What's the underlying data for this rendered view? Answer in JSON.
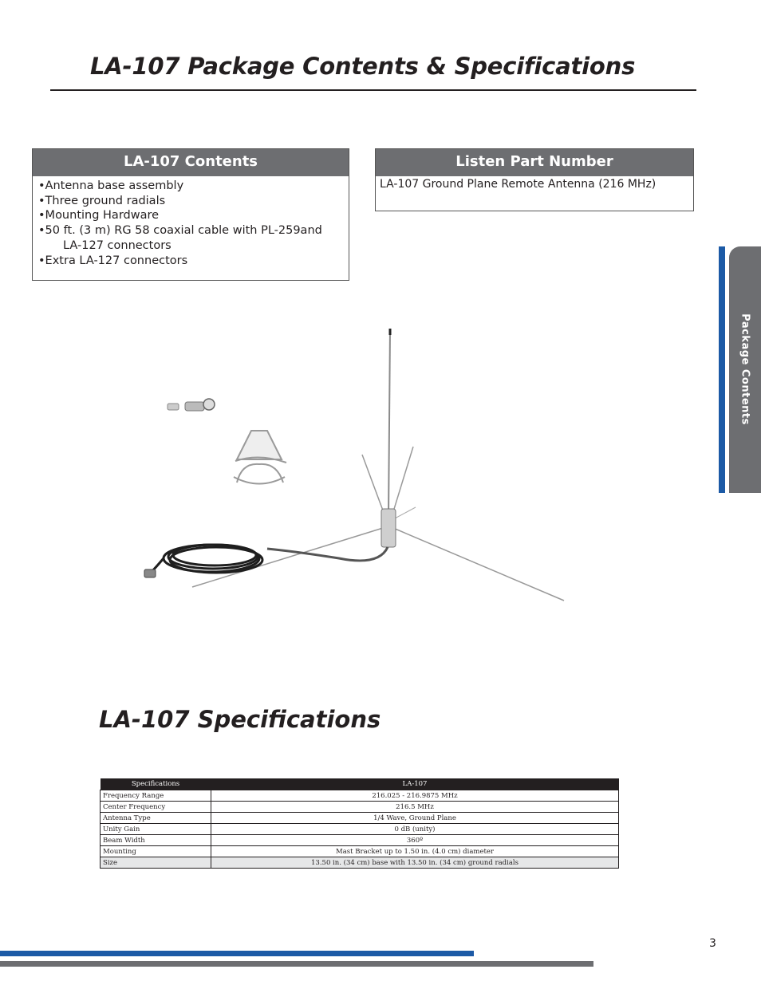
{
  "header": {
    "title": "LA-107 Package Contents & Specifications"
  },
  "contents_box": {
    "heading": "LA-107 Contents",
    "items": [
      "•Antenna base assembly",
      "•Three ground radials",
      "•Mounting Hardware",
      "•50 ft. (3 m) RG 58 coaxial cable with PL-259and",
      "LA-127 connectors",
      "•Extra LA-127 connectors"
    ]
  },
  "part_box": {
    "heading": "Listen Part Number",
    "text": "LA-107 Ground Plane Remote Antenna (216 MHz)"
  },
  "side_tab": {
    "label": "Package Contents"
  },
  "specs": {
    "title": "LA-107 Specifications",
    "columns": [
      "Specifications",
      "LA-107"
    ],
    "rows": [
      {
        "label": " Frequency Range",
        "value": "216.025 - 216.9875 MHz"
      },
      {
        "label": "Center Frequency",
        "value": "216.5 MHz"
      },
      {
        "label": "Antenna Type",
        "value": "1/4 Wave, Ground Plane"
      },
      {
        "label": "Unity Gain",
        "value": "0 dB (unity)"
      },
      {
        "label": "Beam Width",
        "value": "360º"
      },
      {
        "label": "Mounting",
        "value": "Mast Bracket up to 1.50 in. (4.0 cm) diameter"
      },
      {
        "label": "Size",
        "value": "13.50 in. (34 cm) base with 13.50 in. (34 cm) ground radials"
      }
    ]
  },
  "footer": {
    "page_number": "3"
  },
  "colors": {
    "accent_blue": "#1c5aa6",
    "header_grey": "#6d6e71",
    "table_header": "#231f20"
  }
}
